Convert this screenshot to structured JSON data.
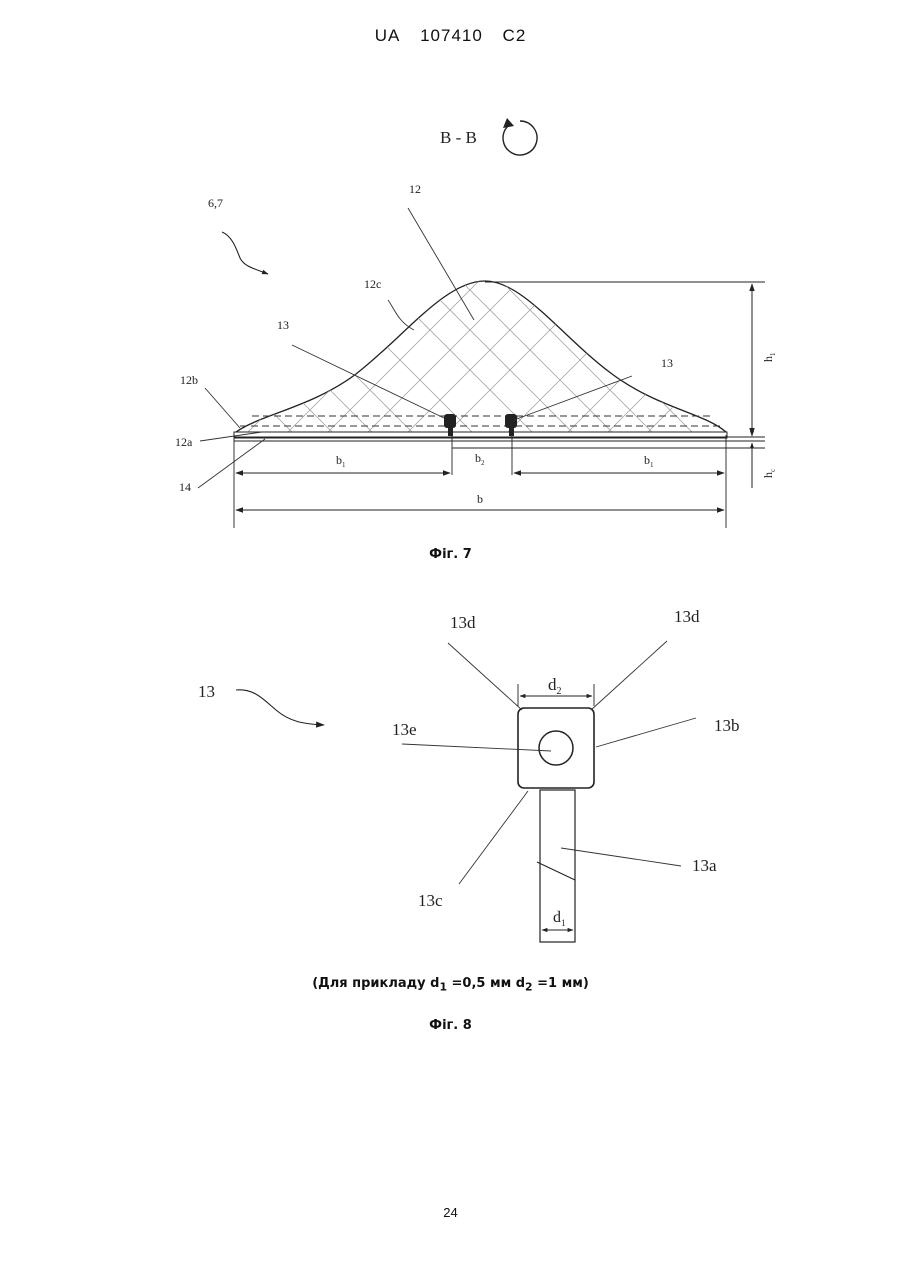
{
  "header": {
    "country": "UA",
    "number": "107410",
    "kind": "C2"
  },
  "fig7": {
    "section_label": "B - B",
    "caption": "Фіг. 7",
    "labels": {
      "ref_67": "6,7",
      "ref_12": "12",
      "ref_12c": "12c",
      "ref_13_left": "13",
      "ref_13_right": "13",
      "ref_12b": "12b",
      "ref_12a": "12a",
      "ref_14": "14",
      "b1_left": "b",
      "b1_left_sub": "1",
      "b2": "b",
      "b2_sub": "2",
      "b1_right": "b",
      "b1_right_sub": "1",
      "b": "b",
      "h1": "h",
      "h1_sub": "1",
      "hc": "h",
      "hc_sub": "c"
    }
  },
  "fig8": {
    "caption": "Фіг. 8",
    "example_prefix": "(Для прикладу d",
    "example_sub1": "1",
    "example_mid": " =0,5 мм d",
    "example_sub2": "2",
    "example_suffix": " =1 мм)",
    "labels": {
      "ref_13": "13",
      "ref_13d_left": "13d",
      "ref_13d_right": "13d",
      "ref_13e": "13e",
      "ref_13b": "13b",
      "ref_13a": "13a",
      "ref_13c": "13c",
      "d2": "d",
      "d2_sub": "2",
      "d1": "d",
      "d1_sub": "1"
    }
  },
  "page_number": "24"
}
